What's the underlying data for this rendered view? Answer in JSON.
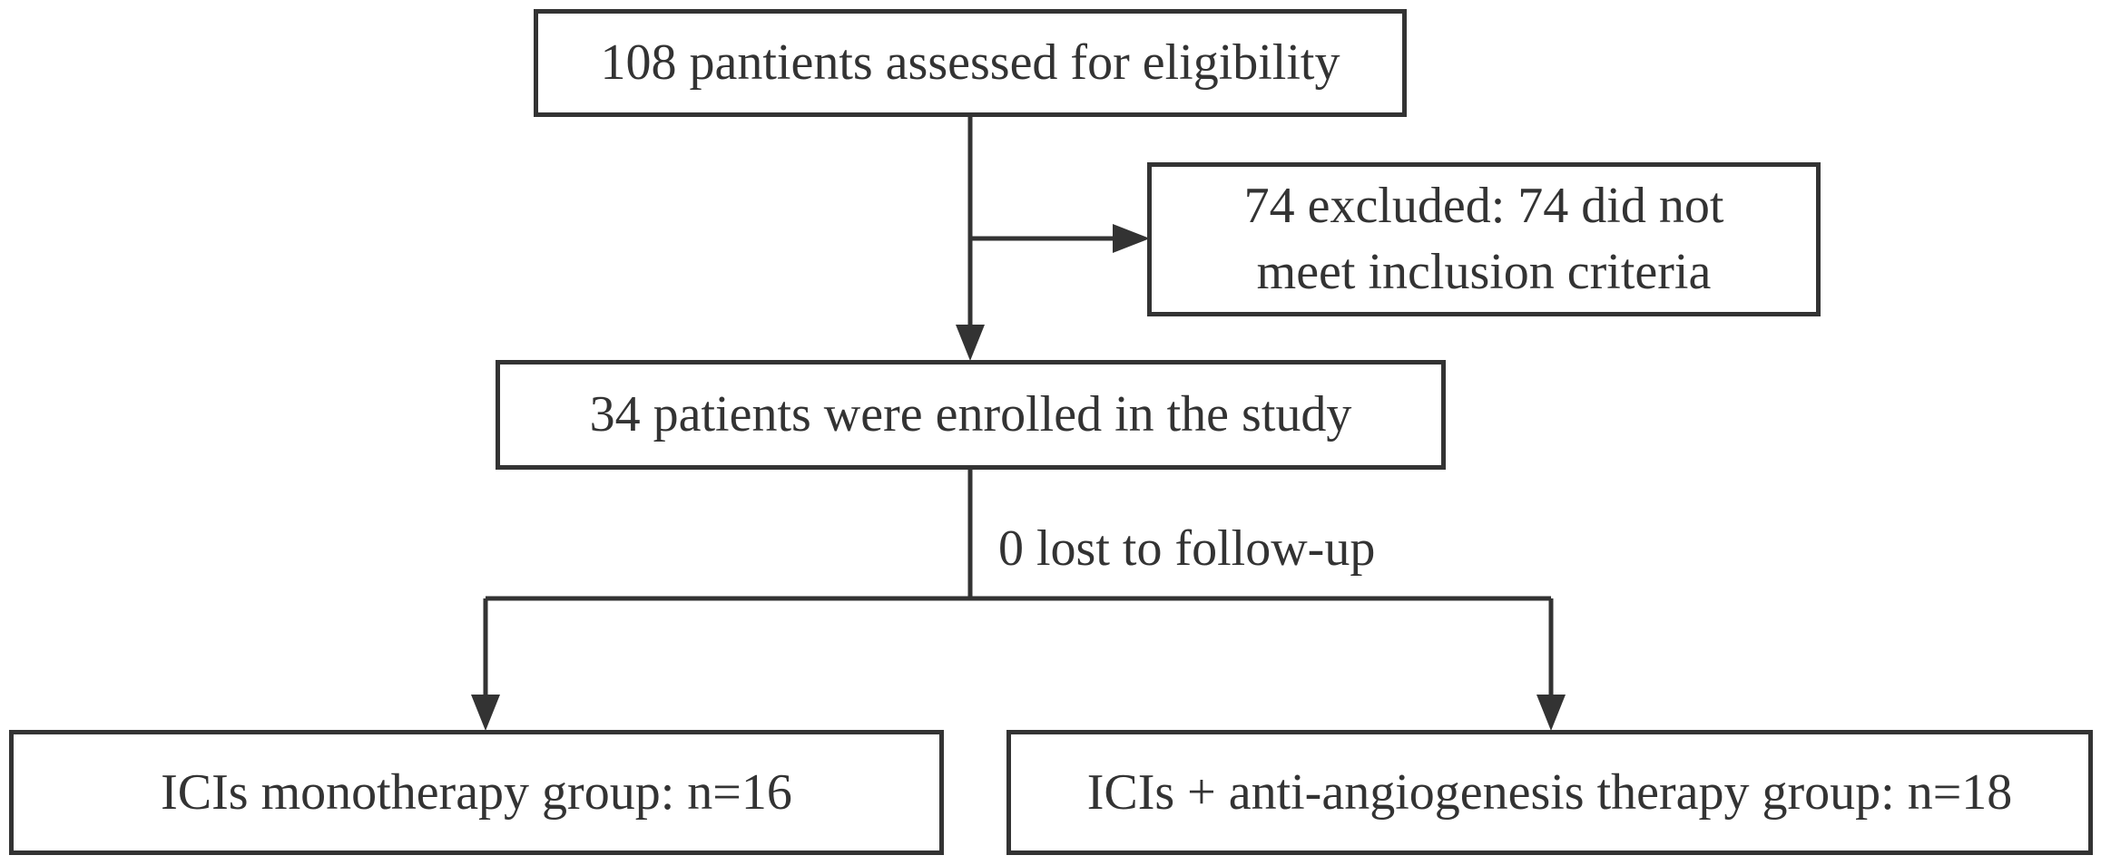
{
  "boxes": {
    "assessed": "108 pantients assessed for eligibility",
    "excluded": "74 excluded: 74 did not\nmeet inclusion criteria",
    "enrolled": "34 patients were enrolled in the study",
    "mono": "ICIs  monotherapy group: n=16",
    "combo": "ICIs + anti-angiogenesis therapy group: n=18"
  },
  "labels": {
    "lost": "0 lost to follow-up"
  },
  "colors": {
    "stroke": "#333333",
    "background": "#ffffff"
  }
}
